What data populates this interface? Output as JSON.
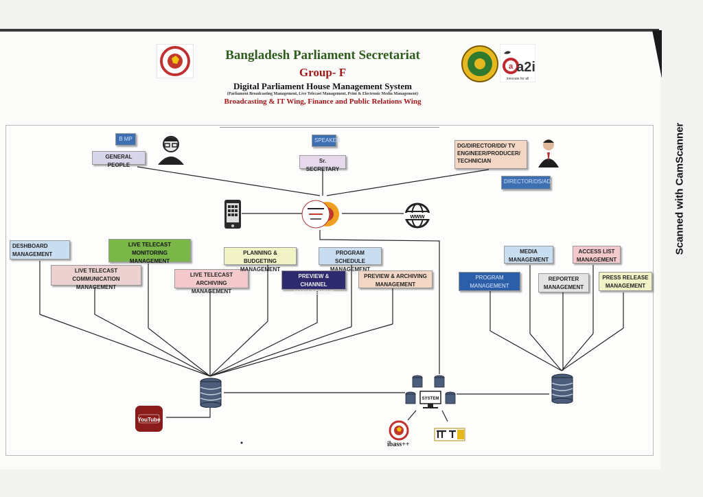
{
  "watermark": "Scanned with CamScanner",
  "header": {
    "title": "Bangladesh Parliament Secretariat",
    "group": "Group- F",
    "system": "Digital Parliament House Management System",
    "subtitle": "(Parliament Broadcasting Management, Live Telecast Management, Print & Electronic Media Management)",
    "wing": "Broadcasting & IT Wing, Finance and Public Relations Wing"
  },
  "logos": {
    "a2i_text": "a2i",
    "a2i_tagline": "innovate for all"
  },
  "users": {
    "mp_tag": "B MP",
    "general_people": "GENERAL PEOPLE",
    "speaker_tag": "SPEAKER",
    "sr_secretary": "Sr. SECRETARY",
    "dg_group": "DG/DIRECTOR/DD/ TV ENGINEER/PRODUCER/ TECHNICIAN",
    "director_tag": "DIRECTOR/DS/AD"
  },
  "left_modules": [
    "DESHBOARD MANAGEMENT",
    "LIVE TELECAST MONITORING MANAGEMENT",
    "LIVE TELECAST COMMUNICATION MANAGEMENT",
    "LIVE TELECAST ARCHIVING MANAGEMENT",
    "PLANNING & BUDGETING MANAGEMENT",
    "PROGRAM SCHEDULE MANAGEMENT",
    "PREVIEW & CHANNEL MANAGEMENT",
    "PREVIEW & ARCHIVING MANAGEMENT"
  ],
  "right_modules": [
    "MEDIA MANAGEMENT",
    "ACCESS LIST MANAGEMENT",
    "PROGRAM MANAGEMENT",
    "REPORTER MANAGEMENT",
    "PRESS RELEASE MANAGEMENT"
  ],
  "system_label": "SYSTEM",
  "youtube_label": "YouTube",
  "ibass_label": "ibass++",
  "colors": {
    "green_module": "#7ab648",
    "navy_module": "#2e2a6e",
    "blue_module": "#2d5fa8",
    "red_brand": "#a01818"
  }
}
